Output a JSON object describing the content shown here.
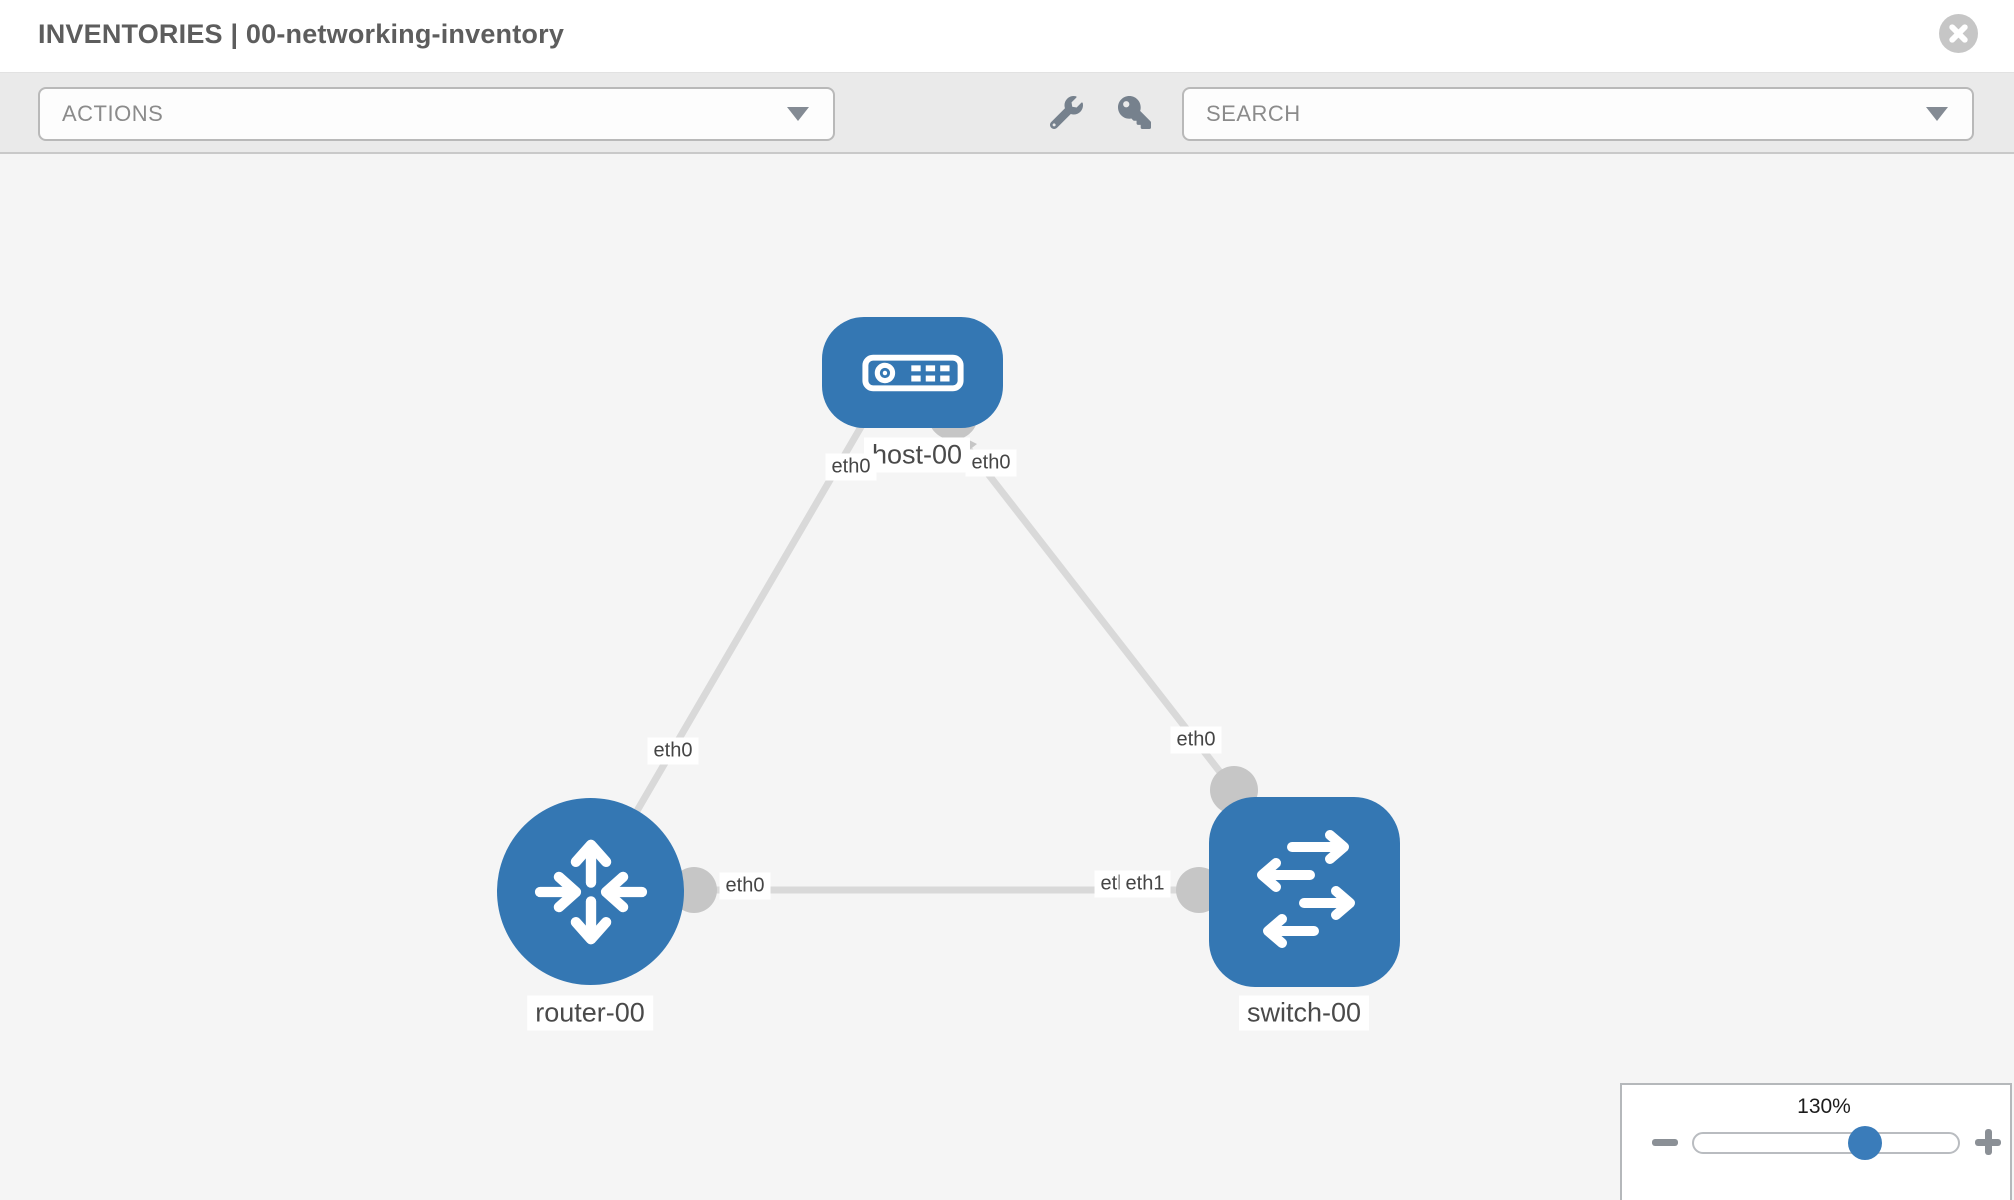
{
  "header": {
    "title": "INVENTORIES | 00-networking-inventory"
  },
  "toolbar": {
    "actions_label": "ACTIONS",
    "search_placeholder": "SEARCH",
    "icons": [
      "wrench-icon",
      "key-icon"
    ]
  },
  "topology": {
    "nodes": [
      {
        "id": "host-00",
        "label": "host-00",
        "type": "host",
        "shape": "rounded-rect",
        "icon": "server-icon"
      },
      {
        "id": "router-00",
        "label": "router-00",
        "type": "router",
        "shape": "circle",
        "icon": "router-arrows-icon"
      },
      {
        "id": "switch-00",
        "label": "switch-00",
        "type": "switch",
        "shape": "rounded-square",
        "icon": "switch-arrows-icon"
      }
    ],
    "links": [
      {
        "from": "host-00",
        "to": "router-00"
      },
      {
        "from": "host-00",
        "to": "switch-00"
      },
      {
        "from": "router-00",
        "to": "switch-00"
      }
    ],
    "interface_labels": [
      {
        "text": "eth0",
        "position": "host-left"
      },
      {
        "text": "eth0",
        "position": "host-right"
      },
      {
        "text": "eth0",
        "position": "link-host-router-mid"
      },
      {
        "text": "eth0",
        "position": "router-right"
      },
      {
        "text": "eth0",
        "position": "link-host-switch-mid"
      },
      {
        "text": "eth0",
        "position": "switch-left-behind"
      },
      {
        "text": "eth1",
        "position": "switch-left-front"
      }
    ]
  },
  "zoom_control": {
    "level": "130%",
    "zoom_out_icon": "minus",
    "zoom_in_icon": "plus"
  },
  "colors": {
    "node_blue": "#3477b3",
    "connector_gray": "#c6c6c6",
    "link_gray": "#d9d9d9",
    "canvas_bg": "#f5f5f5",
    "toolbar_bg": "#eaeaea"
  }
}
